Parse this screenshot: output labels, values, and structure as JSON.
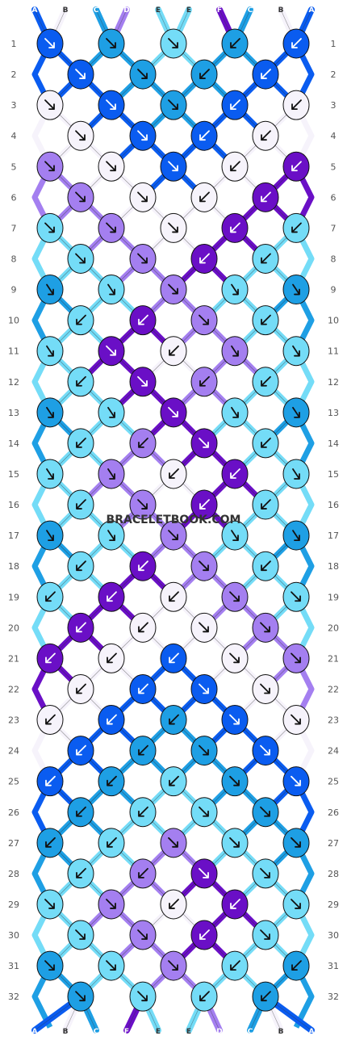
{
  "watermark": "BRACELETBOOK.COM",
  "palette": {
    "A": "#0a5cf0",
    "B": "#f6f3fb",
    "C": "#1e9fe4",
    "D": "#a47ff0",
    "E": "#74dcf7",
    "F": "#6a0fc6"
  },
  "top_strings": [
    "A",
    "B",
    "C",
    "D",
    "E",
    "E",
    "F",
    "C",
    "B",
    "A"
  ],
  "bottom_strings": [
    "A",
    "B",
    "C",
    "F",
    "E",
    "E",
    "D",
    "C",
    "B",
    "A"
  ],
  "rows": [
    {
      "label": "1",
      "knots": [
        {
          "c": "A",
          "d": "se"
        },
        {
          "c": "C",
          "d": "se"
        },
        {
          "c": "E",
          "d": "se"
        },
        {
          "c": "C",
          "d": "sw"
        },
        {
          "c": "A",
          "d": "sw"
        }
      ]
    },
    {
      "label": "2",
      "knots": [
        {
          "c": "A",
          "d": "se"
        },
        {
          "c": "C",
          "d": "se"
        },
        {
          "c": "C",
          "d": "sw"
        },
        {
          "c": "A",
          "d": "sw"
        }
      ]
    },
    {
      "label": "3",
      "knots": [
        {
          "c": "B",
          "d": "se"
        },
        {
          "c": "A",
          "d": "se"
        },
        {
          "c": "C",
          "d": "se"
        },
        {
          "c": "A",
          "d": "sw"
        },
        {
          "c": "B",
          "d": "sw"
        }
      ]
    },
    {
      "label": "4",
      "knots": [
        {
          "c": "B",
          "d": "se"
        },
        {
          "c": "A",
          "d": "se"
        },
        {
          "c": "A",
          "d": "sw"
        },
        {
          "c": "B",
          "d": "sw"
        }
      ]
    },
    {
      "label": "5",
      "knots": [
        {
          "c": "D",
          "d": "se"
        },
        {
          "c": "B",
          "d": "se"
        },
        {
          "c": "A",
          "d": "se"
        },
        {
          "c": "B",
          "d": "sw"
        },
        {
          "c": "F",
          "d": "sw"
        }
      ]
    },
    {
      "label": "6",
      "knots": [
        {
          "c": "D",
          "d": "se"
        },
        {
          "c": "B",
          "d": "se"
        },
        {
          "c": "B",
          "d": "sw"
        },
        {
          "c": "F",
          "d": "sw"
        }
      ]
    },
    {
      "label": "7",
      "knots": [
        {
          "c": "E",
          "d": "se"
        },
        {
          "c": "D",
          "d": "se"
        },
        {
          "c": "B",
          "d": "se"
        },
        {
          "c": "F",
          "d": "sw"
        },
        {
          "c": "E",
          "d": "sw"
        }
      ]
    },
    {
      "label": "8",
      "knots": [
        {
          "c": "E",
          "d": "se"
        },
        {
          "c": "D",
          "d": "se"
        },
        {
          "c": "F",
          "d": "sw"
        },
        {
          "c": "E",
          "d": "sw"
        }
      ]
    },
    {
      "label": "9",
      "knots": [
        {
          "c": "C",
          "d": "s"
        },
        {
          "c": "E",
          "d": "s"
        },
        {
          "c": "D",
          "d": "se"
        },
        {
          "c": "E",
          "d": "s"
        },
        {
          "c": "C",
          "d": "s"
        }
      ]
    },
    {
      "label": "10",
      "knots": [
        {
          "c": "E",
          "d": "sw"
        },
        {
          "c": "F",
          "d": "sw"
        },
        {
          "c": "D",
          "d": "se"
        },
        {
          "c": "E",
          "d": "sw"
        }
      ]
    },
    {
      "label": "11",
      "knots": [
        {
          "c": "E",
          "d": "s"
        },
        {
          "c": "F",
          "d": "se"
        },
        {
          "c": "B",
          "d": "sw"
        },
        {
          "c": "D",
          "d": "s"
        },
        {
          "c": "E",
          "d": "s"
        }
      ]
    },
    {
      "label": "12",
      "knots": [
        {
          "c": "E",
          "d": "sw"
        },
        {
          "c": "F",
          "d": "se"
        },
        {
          "c": "D",
          "d": "sw"
        },
        {
          "c": "E",
          "d": "sw"
        }
      ]
    },
    {
      "label": "13",
      "knots": [
        {
          "c": "C",
          "d": "s"
        },
        {
          "c": "E",
          "d": "s"
        },
        {
          "c": "F",
          "d": "se"
        },
        {
          "c": "E",
          "d": "s"
        },
        {
          "c": "C",
          "d": "s"
        }
      ]
    },
    {
      "label": "14",
      "knots": [
        {
          "c": "E",
          "d": "sw"
        },
        {
          "c": "D",
          "d": "sw"
        },
        {
          "c": "F",
          "d": "se"
        },
        {
          "c": "E",
          "d": "sw"
        }
      ]
    },
    {
      "label": "15",
      "knots": [
        {
          "c": "E",
          "d": "s"
        },
        {
          "c": "D",
          "d": "s"
        },
        {
          "c": "B",
          "d": "sw"
        },
        {
          "c": "F",
          "d": "sw"
        },
        {
          "c": "E",
          "d": "s"
        }
      ]
    },
    {
      "label": "16",
      "knots": [
        {
          "c": "E",
          "d": "sw"
        },
        {
          "c": "D",
          "d": "se"
        },
        {
          "c": "F",
          "d": "sw"
        },
        {
          "c": "E",
          "d": "sw"
        }
      ]
    },
    {
      "label": "17",
      "knots": [
        {
          "c": "C",
          "d": "s"
        },
        {
          "c": "E",
          "d": "s"
        },
        {
          "c": "D",
          "d": "se"
        },
        {
          "c": "E",
          "d": "s"
        },
        {
          "c": "C",
          "d": "s"
        }
      ]
    },
    {
      "label": "18",
      "knots": [
        {
          "c": "E",
          "d": "sw"
        },
        {
          "c": "F",
          "d": "sw"
        },
        {
          "c": "D",
          "d": "se"
        },
        {
          "c": "E",
          "d": "sw"
        }
      ]
    },
    {
      "label": "19",
      "knots": [
        {
          "c": "E",
          "d": "sw"
        },
        {
          "c": "F",
          "d": "sw"
        },
        {
          "c": "B",
          "d": "sw"
        },
        {
          "c": "D",
          "d": "se"
        },
        {
          "c": "E",
          "d": "se"
        }
      ]
    },
    {
      "label": "20",
      "knots": [
        {
          "c": "F",
          "d": "sw"
        },
        {
          "c": "B",
          "d": "sw"
        },
        {
          "c": "B",
          "d": "se"
        },
        {
          "c": "D",
          "d": "se"
        }
      ]
    },
    {
      "label": "21",
      "knots": [
        {
          "c": "F",
          "d": "sw"
        },
        {
          "c": "B",
          "d": "sw"
        },
        {
          "c": "A",
          "d": "sw"
        },
        {
          "c": "B",
          "d": "se"
        },
        {
          "c": "D",
          "d": "se"
        }
      ]
    },
    {
      "label": "22",
      "knots": [
        {
          "c": "B",
          "d": "sw"
        },
        {
          "c": "A",
          "d": "sw"
        },
        {
          "c": "A",
          "d": "se"
        },
        {
          "c": "B",
          "d": "se"
        }
      ]
    },
    {
      "label": "23",
      "knots": [
        {
          "c": "B",
          "d": "sw"
        },
        {
          "c": "A",
          "d": "sw"
        },
        {
          "c": "C",
          "d": "sw"
        },
        {
          "c": "A",
          "d": "se"
        },
        {
          "c": "B",
          "d": "se"
        }
      ]
    },
    {
      "label": "24",
      "knots": [
        {
          "c": "A",
          "d": "sw"
        },
        {
          "c": "C",
          "d": "sw"
        },
        {
          "c": "C",
          "d": "se"
        },
        {
          "c": "A",
          "d": "se"
        }
      ]
    },
    {
      "label": "25",
      "knots": [
        {
          "c": "A",
          "d": "sw"
        },
        {
          "c": "C",
          "d": "sw"
        },
        {
          "c": "E",
          "d": "sw"
        },
        {
          "c": "C",
          "d": "se"
        },
        {
          "c": "A",
          "d": "se"
        }
      ]
    },
    {
      "label": "26",
      "knots": [
        {
          "c": "C",
          "d": "sw"
        },
        {
          "c": "E",
          "d": "sw"
        },
        {
          "c": "E",
          "d": "se"
        },
        {
          "c": "C",
          "d": "se"
        }
      ]
    },
    {
      "label": "27",
      "knots": [
        {
          "c": "C",
          "d": "sw"
        },
        {
          "c": "E",
          "d": "sw"
        },
        {
          "c": "D",
          "d": "se"
        },
        {
          "c": "E",
          "d": "se"
        },
        {
          "c": "C",
          "d": "se"
        }
      ]
    },
    {
      "label": "28",
      "knots": [
        {
          "c": "E",
          "d": "sw"
        },
        {
          "c": "D",
          "d": "sw"
        },
        {
          "c": "F",
          "d": "se"
        },
        {
          "c": "E",
          "d": "se"
        }
      ]
    },
    {
      "label": "29",
      "knots": [
        {
          "c": "E",
          "d": "se"
        },
        {
          "c": "D",
          "d": "se"
        },
        {
          "c": "B",
          "d": "sw"
        },
        {
          "c": "F",
          "d": "sw"
        },
        {
          "c": "E",
          "d": "se"
        }
      ]
    },
    {
      "label": "30",
      "knots": [
        {
          "c": "E",
          "d": "se"
        },
        {
          "c": "D",
          "d": "se"
        },
        {
          "c": "F",
          "d": "sw"
        },
        {
          "c": "E",
          "d": "se"
        }
      ]
    },
    {
      "label": "31",
      "knots": [
        {
          "c": "C",
          "d": "se"
        },
        {
          "c": "E",
          "d": "se"
        },
        {
          "c": "D",
          "d": "se"
        },
        {
          "c": "E",
          "d": "sw"
        },
        {
          "c": "C",
          "d": "sw"
        }
      ]
    },
    {
      "label": "32",
      "knots": [
        {
          "c": "C",
          "d": "se"
        },
        {
          "c": "E",
          "d": "se"
        },
        {
          "c": "E",
          "d": "sw"
        },
        {
          "c": "C",
          "d": "sw"
        }
      ]
    }
  ]
}
